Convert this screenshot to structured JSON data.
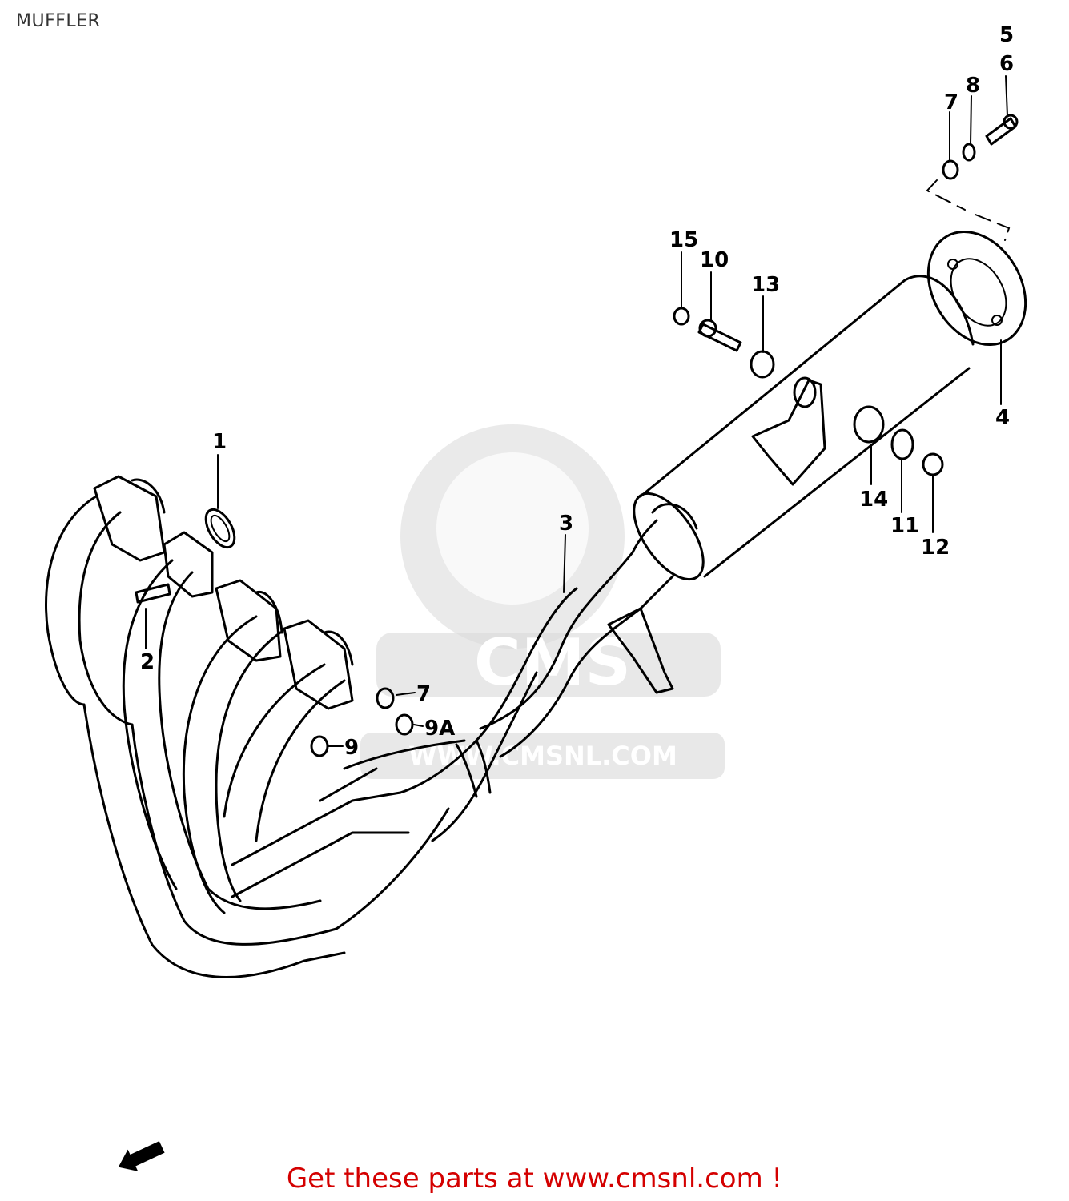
{
  "title": "MUFFLER",
  "watermark": {
    "brand": "CMS",
    "url": "WWW.CMSNL.COM"
  },
  "callouts": [
    {
      "id": "1",
      "text": "1"
    },
    {
      "id": "2",
      "text": "2"
    },
    {
      "id": "3",
      "text": "3"
    },
    {
      "id": "4",
      "text": "4"
    },
    {
      "id": "5",
      "text": "5"
    },
    {
      "id": "6",
      "text": "6"
    },
    {
      "id": "7a",
      "text": "7"
    },
    {
      "id": "7b",
      "text": "7"
    },
    {
      "id": "8",
      "text": "8"
    },
    {
      "id": "9",
      "text": "9"
    },
    {
      "id": "9A",
      "text": "9A"
    },
    {
      "id": "10",
      "text": "10"
    },
    {
      "id": "11",
      "text": "11"
    },
    {
      "id": "12",
      "text": "12"
    },
    {
      "id": "13",
      "text": "13"
    },
    {
      "id": "14",
      "text": "14"
    },
    {
      "id": "15",
      "text": "15"
    }
  ],
  "footer": {
    "text": "Get these parts at www.cmsnl.com !"
  },
  "colors": {
    "footer": "#d40000",
    "watermark": "#d8d8d8",
    "lines": "#000000"
  }
}
